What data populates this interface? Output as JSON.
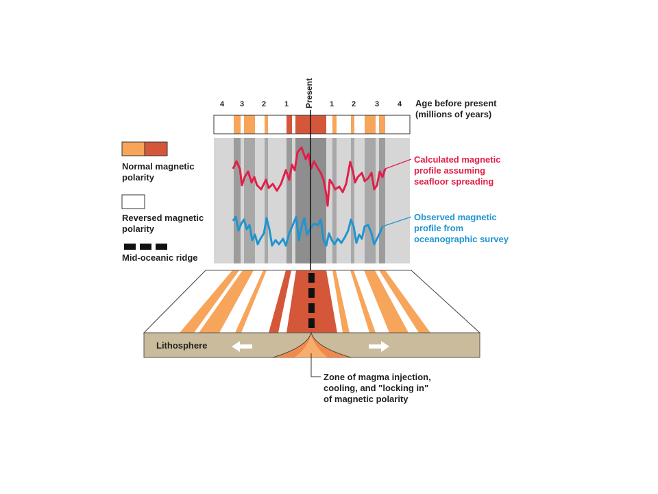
{
  "age_axis": {
    "title_line1": "Age before present",
    "title_line2": "(millions of years)",
    "center_label": "Present",
    "left_ticks": [
      "4",
      "3",
      "2",
      "1"
    ],
    "right_ticks": [
      "1",
      "2",
      "3",
      "4"
    ]
  },
  "legend": {
    "normal_line1": "Normal magnetic",
    "normal_line2": "polarity",
    "reversed_line1": "Reversed magnetic",
    "reversed_line2": "polarity",
    "ridge_label": "Mid-oceanic ridge"
  },
  "profiles": {
    "calculated_line1": "Calculated magnetic",
    "calculated_line2": "profile assuming",
    "calculated_line3": "seafloor spreading",
    "observed_line1": "Observed magnetic",
    "observed_line2": "profile from",
    "observed_line3": "oceanographic survey"
  },
  "block": {
    "lithosphere_label": "Lithosphere"
  },
  "callout": {
    "line1": "Zone of magma injection,",
    "line2": "cooling, and \"locking in\"",
    "line3": "of magnetic polarity"
  },
  "colors": {
    "normal_light": "#f6a55a",
    "normal_dark": "#d5573a",
    "reversed": "#ffffff",
    "calculated_profile": "#e0204a",
    "observed_profile": "#1f95cf",
    "lithosphere": "#c9bb9b"
  }
}
